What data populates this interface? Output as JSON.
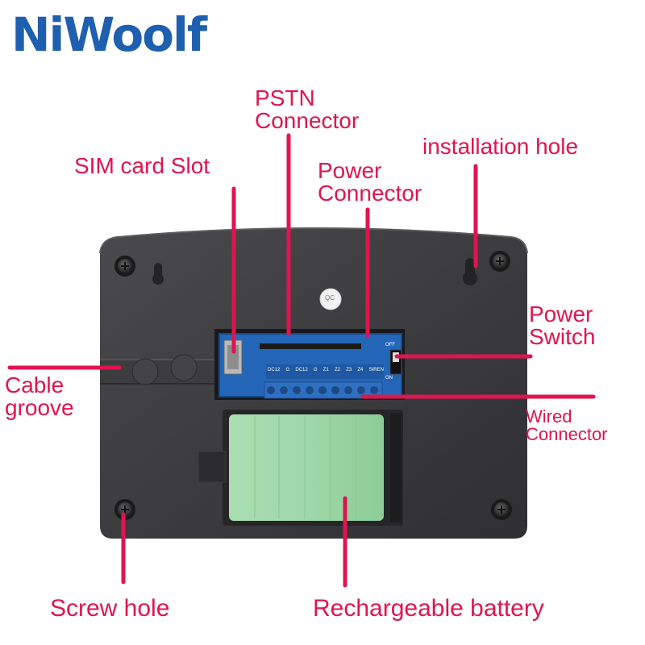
{
  "brand": {
    "name": "NiWoolf",
    "color": "#1f5fb0"
  },
  "accent_color": "#e0144f",
  "labels": {
    "pstn": [
      "PSTN",
      "Connector"
    ],
    "sim": "SIM card Slot",
    "installation": "installation hole",
    "power_connector": [
      "Power",
      "Connector"
    ],
    "power_switch": [
      "Power",
      "Switch"
    ],
    "cable": [
      "Cable",
      "groove"
    ],
    "wired": [
      "Wired",
      "Connector"
    ],
    "screw": "Screw hole",
    "battery": "Rechargeable battery"
  },
  "board": {
    "terminal_labels": [
      "DC12",
      "G",
      "DC12",
      "G",
      "Z1",
      "Z2",
      "Z3",
      "Z4",
      "SIREN"
    ],
    "switch_labels": {
      "off": "OFF",
      "on": "ON"
    },
    "qc_sticker": "QC"
  }
}
